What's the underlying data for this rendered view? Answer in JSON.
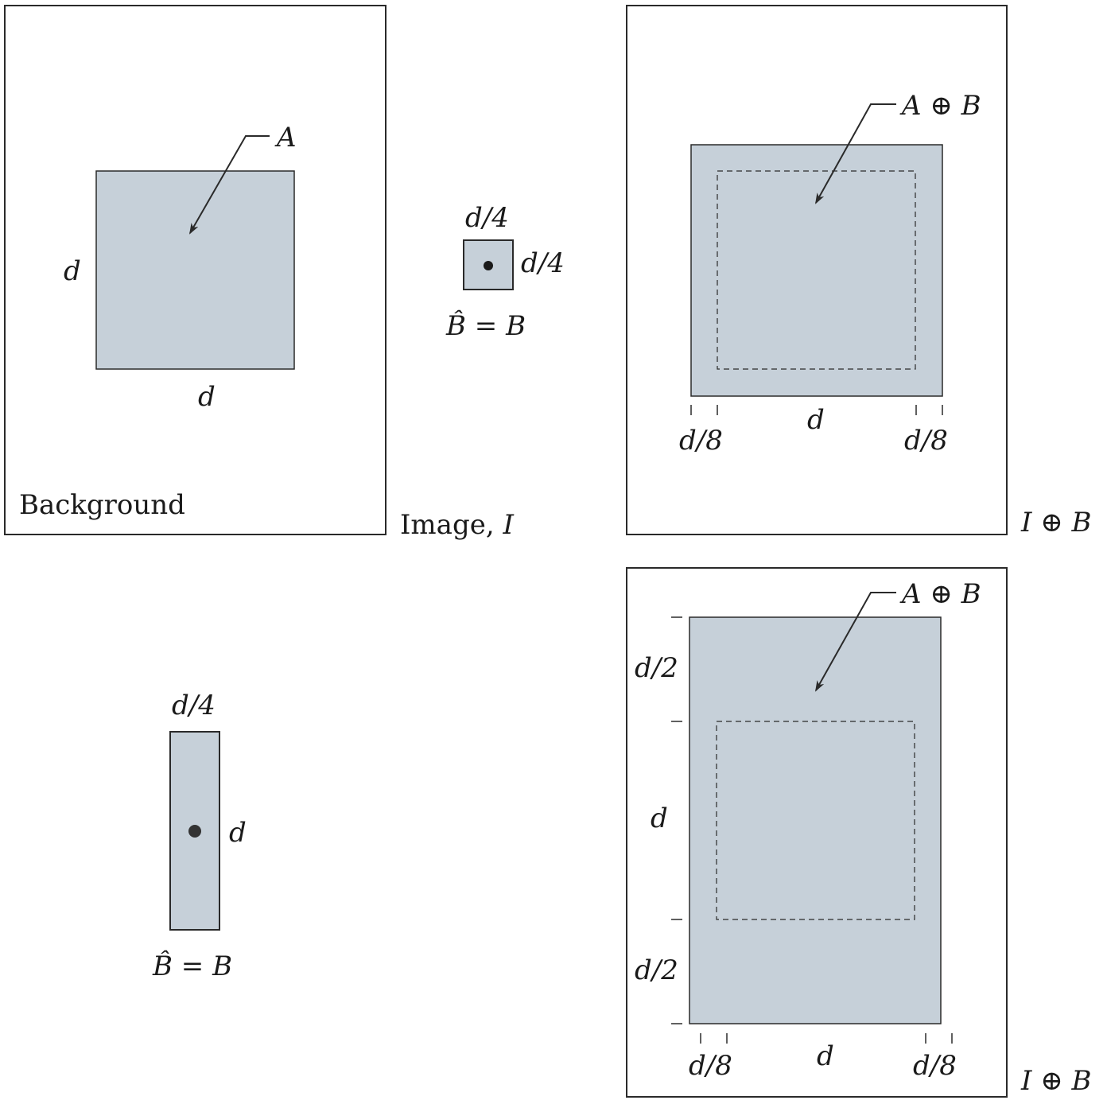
{
  "colors": {
    "fill": "#c6d0d9",
    "stroke": "#2a2a2a",
    "background": "#ffffff"
  },
  "panel_image": {
    "label_a": "A",
    "side_left": "d",
    "side_bottom": "d",
    "background_label": "Background",
    "image_caption": "Image, ",
    "image_caption_var": "I"
  },
  "se_small": {
    "top_label": "d/4",
    "right_label": "d/4",
    "equation": "B̂ = B"
  },
  "se_tall": {
    "top_label": "d/4",
    "right_label": "d",
    "equation": "B̂ = B"
  },
  "dilation_top": {
    "label": "A ⊕ B",
    "dim_left": "d/8",
    "dim_mid": "d",
    "dim_right": "d/8",
    "caption": "I ⊕ B"
  },
  "dilation_bottom": {
    "label": "A ⊕ B",
    "dim_top": "d/2",
    "dim_mid_v": "d",
    "dim_bottom": "d/2",
    "dim_left": "d/8",
    "dim_mid": "d",
    "dim_right": "d/8",
    "caption": "I ⊕ B"
  }
}
